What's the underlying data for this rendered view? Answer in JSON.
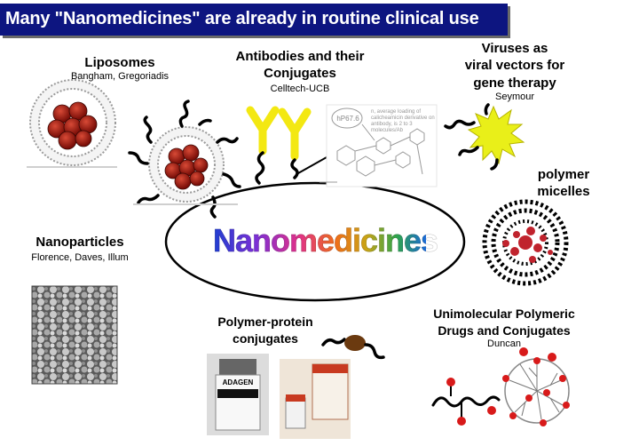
{
  "title": "Many \"Nanomedicines\" are already in routine clinical use",
  "center": "Nanomedicines",
  "liposomes": {
    "label": "Liposomes",
    "sub": "Bangham, Gregoriadis"
  },
  "antibodies": {
    "label1": "Antibodies and their",
    "label2": "Conjugates",
    "sub": "Celltech-UCB"
  },
  "viruses": {
    "label1": "Viruses as",
    "label2": "viral vectors for",
    "label3": "gene therapy",
    "sub": "Seymour"
  },
  "micelles": {
    "label1": "polymer",
    "label2": "micelles"
  },
  "nanoparticles": {
    "label": "Nanoparticles",
    "sub": "Florence, Daves, Illum"
  },
  "polymer_protein": {
    "label1": "Polymer-protein",
    "label2": "conjugates",
    "vial_text": "ADAGEN"
  },
  "unimolecular": {
    "label1": "Unimolecular Polymeric",
    "label2": "Drugs and Conjugates",
    "sub": "Duncan"
  },
  "conjugate_box": {
    "tag": "hP67.6",
    "note": "n, average loading of calicheamicin derivative on antibody, is 2 to 3 molecules/Ab"
  },
  "colors": {
    "title_bg": "#0d1580",
    "antibody": "#f3e812",
    "core": "#a31a10",
    "virus": "#e9ef19",
    "dot": "#d81a1a"
  }
}
